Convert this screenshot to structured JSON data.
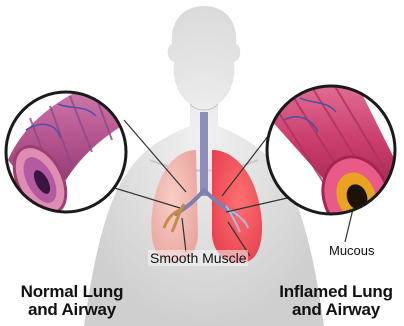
{
  "labels": {
    "smooth_muscle": "Smooth Muscle",
    "mucous": "Mucous"
  },
  "captions": {
    "left": [
      "Normal Lung",
      "and Airway"
    ],
    "right": [
      "Inflamed Lung",
      "and Airway"
    ]
  },
  "colors": {
    "background": "#ffffff",
    "body": "#e6e6e6",
    "normal_airway": "#c46aa0",
    "inflamed_airway": "#d9477a",
    "mucous": "#e8a321",
    "lung_normal": "#f2b6b0",
    "lung_inflamed": "#f0545c"
  }
}
